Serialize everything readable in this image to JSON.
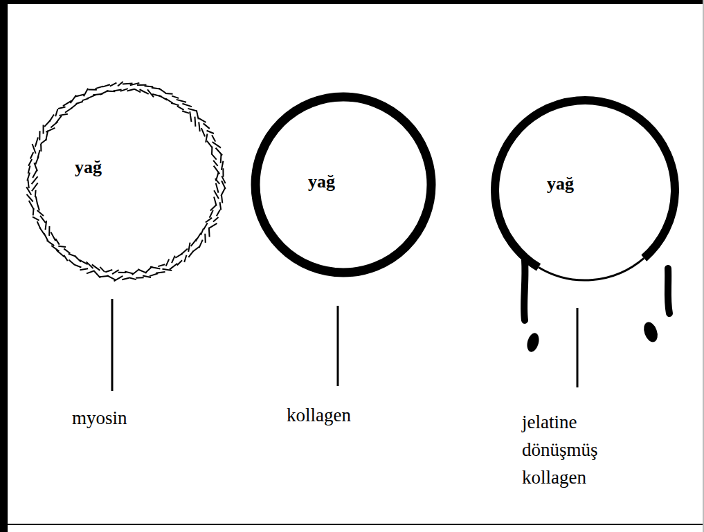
{
  "diagram": {
    "nodes": [
      {
        "text": [
          "yağ"
        ]
      },
      {
        "text": [
          "yağ"
        ]
      },
      {
        "text": [
          "yağ"
        ]
      }
    ],
    "labels": [
      "myosin",
      "kollagen",
      "jelatine dönüşmüş kollagen"
    ]
  }
}
